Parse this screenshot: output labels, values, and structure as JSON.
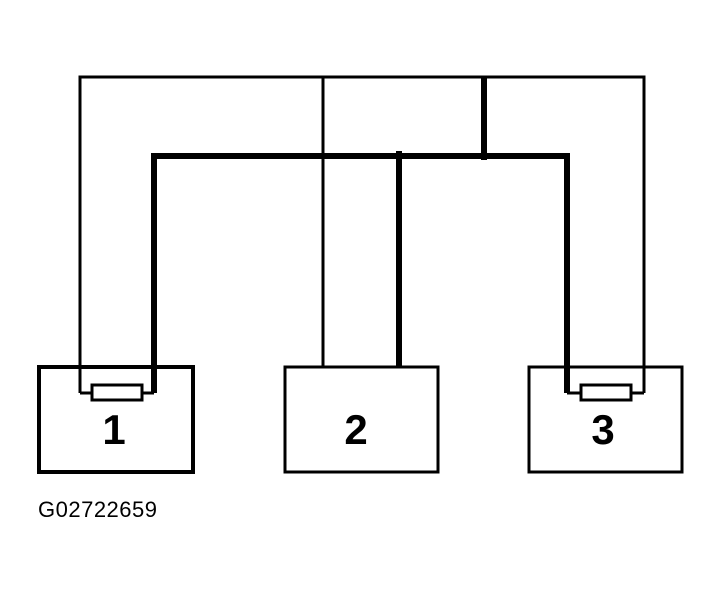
{
  "diagram": {
    "components": [
      {
        "id": "1",
        "label": "1",
        "has_resistor": true
      },
      {
        "id": "2",
        "label": "2",
        "has_resistor": false
      },
      {
        "id": "3",
        "label": "3",
        "has_resistor": true
      }
    ],
    "caption": "G02722659",
    "colors": {
      "line": "#000000",
      "background": "#ffffff"
    }
  }
}
